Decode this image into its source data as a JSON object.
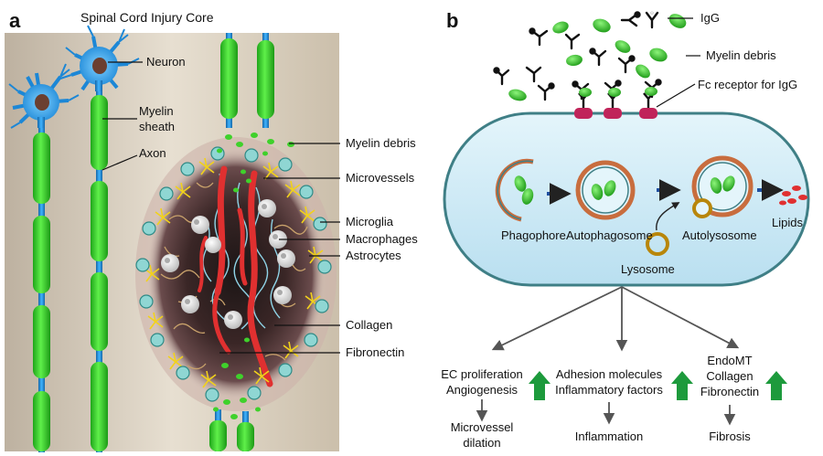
{
  "panel_a": {
    "letter": "a",
    "title": "Spinal Cord Injury Core",
    "labels": {
      "neuron": "Neuron",
      "myelin_sheath_1": "Myelin",
      "myelin_sheath_2": "sheath",
      "axon": "Axon",
      "myelin_debris": "Myelin debris",
      "microvessels": "Microvessels",
      "microglia": "Microglia",
      "macrophages": "Macrophages",
      "astrocytes": "Astrocytes",
      "collagen": "Collagen",
      "fibronectin": "Fibronectin"
    }
  },
  "panel_b": {
    "letter": "b",
    "legend": {
      "igg": "IgG",
      "myelin_debris": "Myelin debris",
      "fc_receptor": "Fc receptor for IgG"
    },
    "stages": {
      "phagophore": "Phagophore",
      "autophagosome": "Autophagosome",
      "autolysosome": "Autolysosome",
      "lysosome": "Lysosome",
      "lipids": "Lipids"
    },
    "outcomes": {
      "left_1": "EC proliferation",
      "left_2": "Angiogenesis",
      "left_result_1": "Microvessel",
      "left_result_2": "dilation",
      "mid_1": "Adhesion molecules",
      "mid_2": "Inflammatory factors",
      "mid_result": "Inflammation",
      "right_1": "EndoMT",
      "right_2": "Collagen",
      "right_3": "Fibronectin",
      "right_result": "Fibrosis"
    }
  },
  "colors": {
    "myelin_green": "#3fd12b",
    "axon_blue": "#1f8fd8",
    "vessel_red": "#e03030",
    "cell_fill": "#c9e6f2",
    "cell_stroke": "#3f7f86",
    "up_arrow": "#1d9a3c",
    "fc_receptor": "#c0245a"
  }
}
